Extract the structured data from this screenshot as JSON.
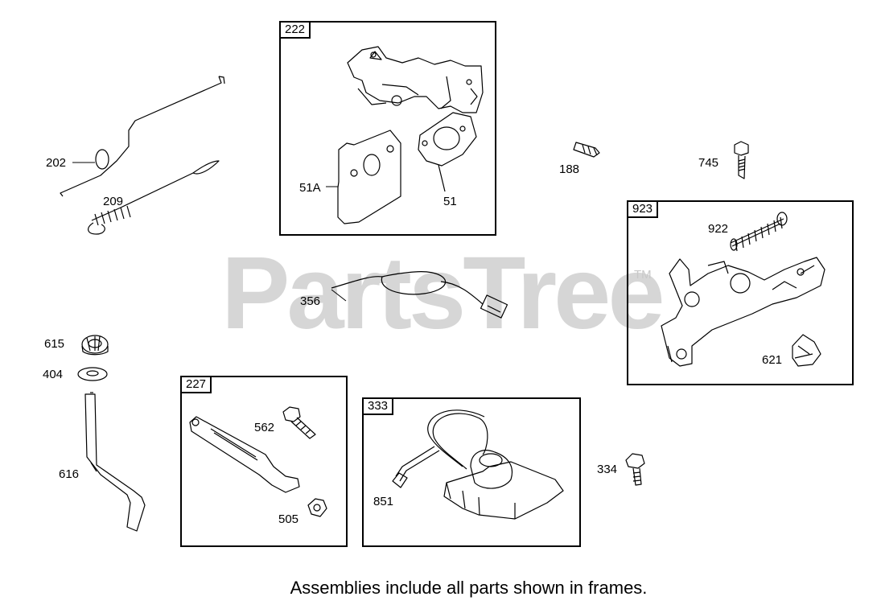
{
  "watermark": {
    "brand": "PartsTree",
    "trademark": "TM"
  },
  "frames": [
    {
      "id": "222",
      "label": "222"
    },
    {
      "id": "923",
      "label": "923"
    },
    {
      "id": "227",
      "label": "227"
    },
    {
      "id": "333",
      "label": "333"
    }
  ],
  "callouts": {
    "p202": "202",
    "p209": "209",
    "p51A": "51A",
    "p51": "51",
    "p188": "188",
    "p745": "745",
    "p922": "922",
    "p621": "621",
    "p356": "356",
    "p615": "615",
    "p404": "404",
    "p616": "616",
    "p562": "562",
    "p505": "505",
    "p851": "851",
    "p334": "334"
  },
  "footer": {
    "note": "Assemblies include all parts shown in frames."
  }
}
